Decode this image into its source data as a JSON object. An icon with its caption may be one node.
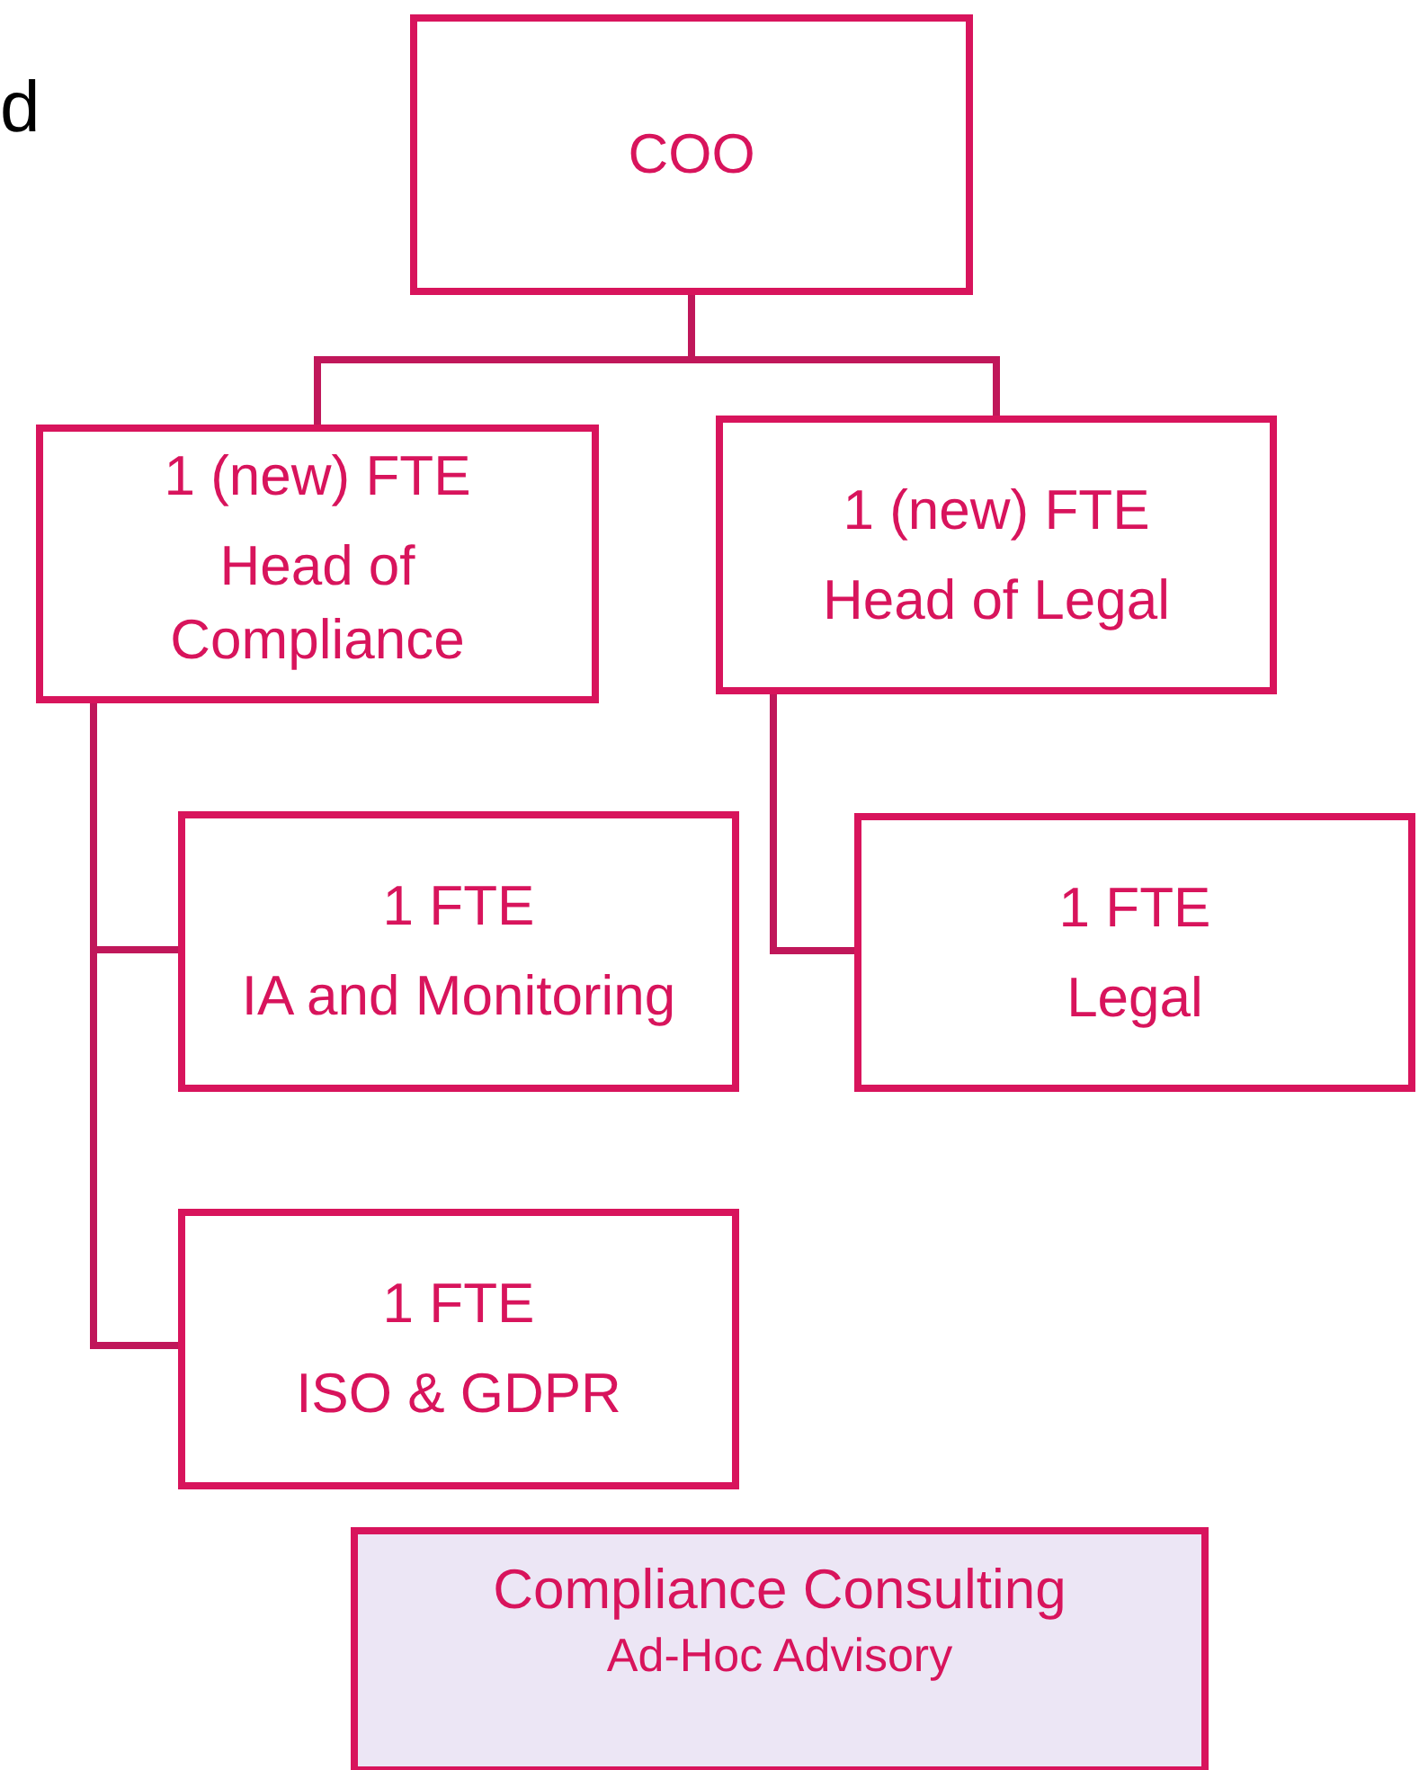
{
  "diagram": {
    "nodes": [
      {
        "text": [
          "COO"
        ]
      },
      {
        "text": [
          "1 (new) FTE",
          "Head of Compliance"
        ]
      },
      {
        "text": [
          "1 (new) FTE",
          "Head of Legal"
        ]
      },
      {
        "text": [
          "1 FTE",
          "IA and Monitoring"
        ]
      },
      {
        "text": [
          "1 FTE",
          "Legal"
        ]
      },
      {
        "text": [
          "1 FTE",
          "ISO & GDPR"
        ]
      },
      {
        "text": [
          "Compliance Consulting",
          "Ad-Hoc Advisory"
        ]
      }
    ],
    "edges": [
      {
        "from": 0,
        "to": 1,
        "arrow": "none"
      },
      {
        "from": 0,
        "to": 2,
        "arrow": "none"
      },
      {
        "from": 1,
        "to": 3,
        "arrow": "none"
      },
      {
        "from": 1,
        "to": 5,
        "arrow": "none"
      },
      {
        "from": 2,
        "to": 4,
        "arrow": "none"
      }
    ],
    "labels": [
      "d"
    ]
  }
}
